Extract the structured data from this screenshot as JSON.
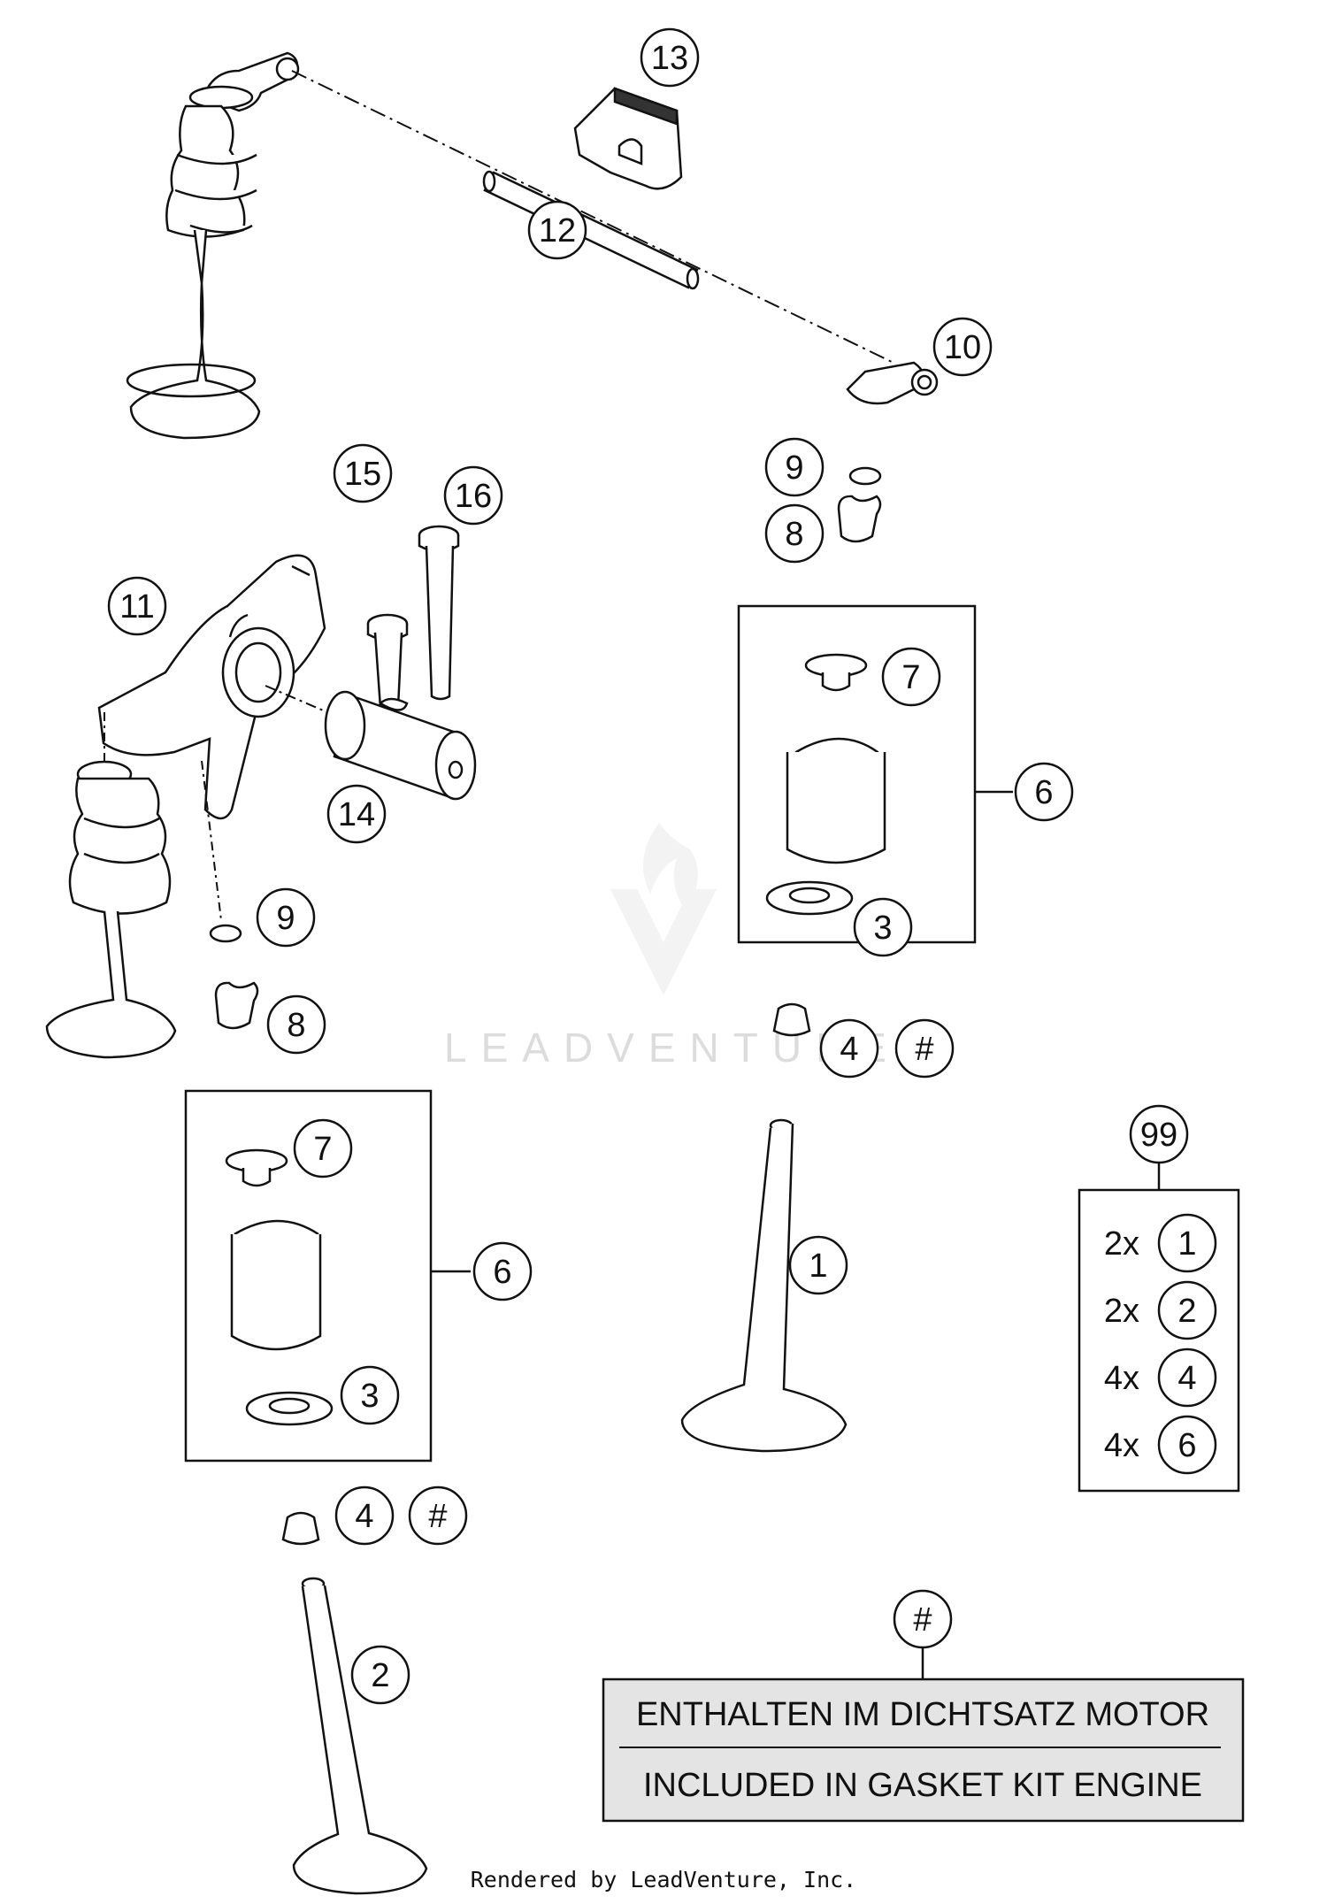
{
  "callouts": {
    "c13": "13",
    "c12": "12",
    "c10": "10",
    "c15": "15",
    "c16": "16",
    "c11": "11",
    "c14": "14",
    "c9a": "9",
    "c8a": "8",
    "c9b": "9",
    "c8b": "8",
    "c7a": "7",
    "c6a": "6",
    "c3a": "3",
    "c4a": "4",
    "h4a": "#",
    "c7b": "7",
    "c6b": "6",
    "c3b": "3",
    "c1": "1",
    "c4b": "4",
    "h4b": "#",
    "c2": "2",
    "c99": "99",
    "hnote": "#"
  },
  "kit_99": [
    {
      "qty": "2x",
      "part": "1"
    },
    {
      "qty": "2x",
      "part": "2"
    },
    {
      "qty": "4x",
      "part": "4"
    },
    {
      "qty": "4x",
      "part": "6"
    }
  ],
  "note": {
    "line_de": "ENTHALTEN IM DICHTSATZ MOTOR",
    "line_en": "INCLUDED IN GASKET KIT ENGINE"
  },
  "watermark": "LEADVENTURE",
  "footer": "Rendered by LeadVenture, Inc."
}
